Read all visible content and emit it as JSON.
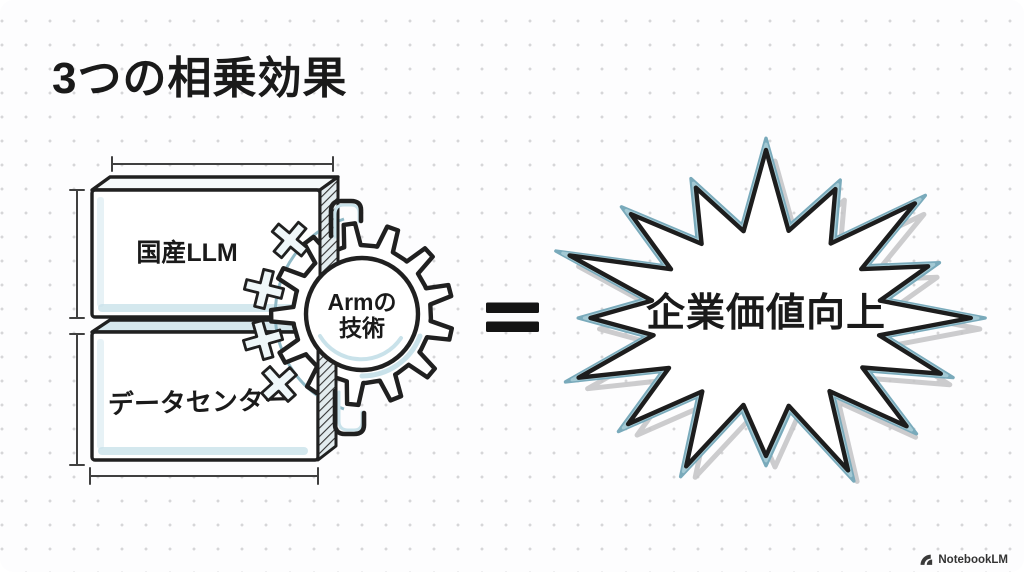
{
  "slide": {
    "title": "3つの相乗効果",
    "watermark": "NotebookLM"
  },
  "diagram": {
    "input_boxes": [
      {
        "label": "国産LLM"
      },
      {
        "label": "データセンター"
      }
    ],
    "gear": {
      "line1": "Armの",
      "line2": "技術"
    },
    "equals": "=",
    "result": {
      "label": "企業価値向上"
    }
  },
  "colors": {
    "ink": "#202020",
    "teal": "#8fb9c6",
    "teal_light": "#c9e2ea",
    "shadow": "#c3c3c6",
    "dot": "#d6d6d8",
    "paper": "#fdfdfe",
    "text": "#1a1a1a"
  }
}
